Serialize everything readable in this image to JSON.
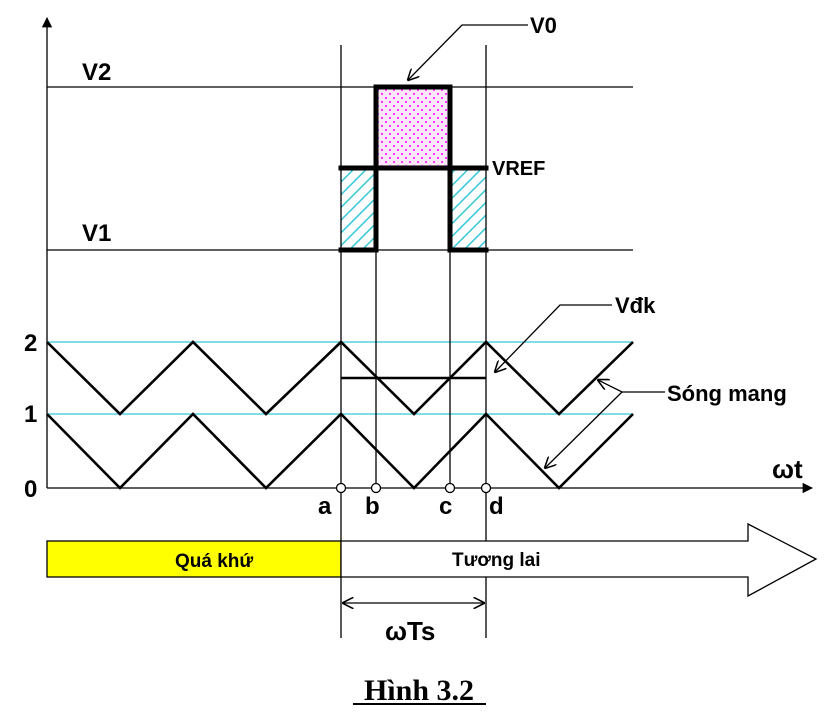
{
  "labels": {
    "v0": "V0",
    "v2": "V2",
    "v1": "V1",
    "vref": "VREF",
    "vdk": "Vđk",
    "carrier": "Sóng mang",
    "omega_t": "ωt",
    "tick_2": "2",
    "tick_1": "1",
    "tick_0": "0",
    "point_a": "a",
    "point_b": "b",
    "point_c": "c",
    "point_d": "d",
    "past": "Quá khứ",
    "future": "Tương lai",
    "omega_ts": "ωTs",
    "caption": "Hình 3.2"
  },
  "colors": {
    "past_fill": "#ffff00",
    "hatch": "#35c8d8",
    "dots": "#ff00ff",
    "carrier_guide": "#35c8d8"
  }
}
